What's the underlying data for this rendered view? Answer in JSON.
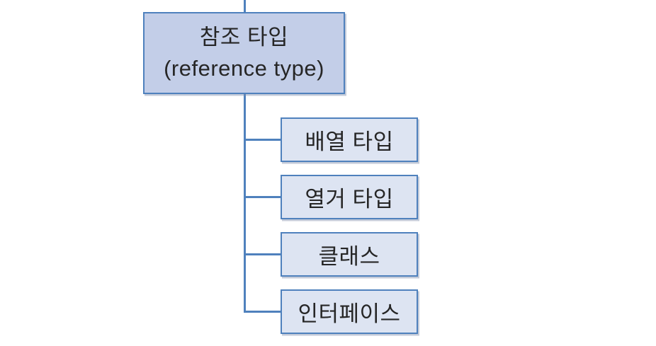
{
  "diagram": {
    "root": {
      "title_ko": "참조 타입",
      "title_en": "(reference type)"
    },
    "children": [
      {
        "label": "배열 타입"
      },
      {
        "label": "열거 타입"
      },
      {
        "label": "클래스"
      },
      {
        "label": "인터페이스"
      }
    ],
    "colors": {
      "root_fill": "#c3cee8",
      "child_fill": "#dde4f2",
      "border": "#4f81bd",
      "text": "#262626",
      "background": "#ffffff"
    }
  }
}
